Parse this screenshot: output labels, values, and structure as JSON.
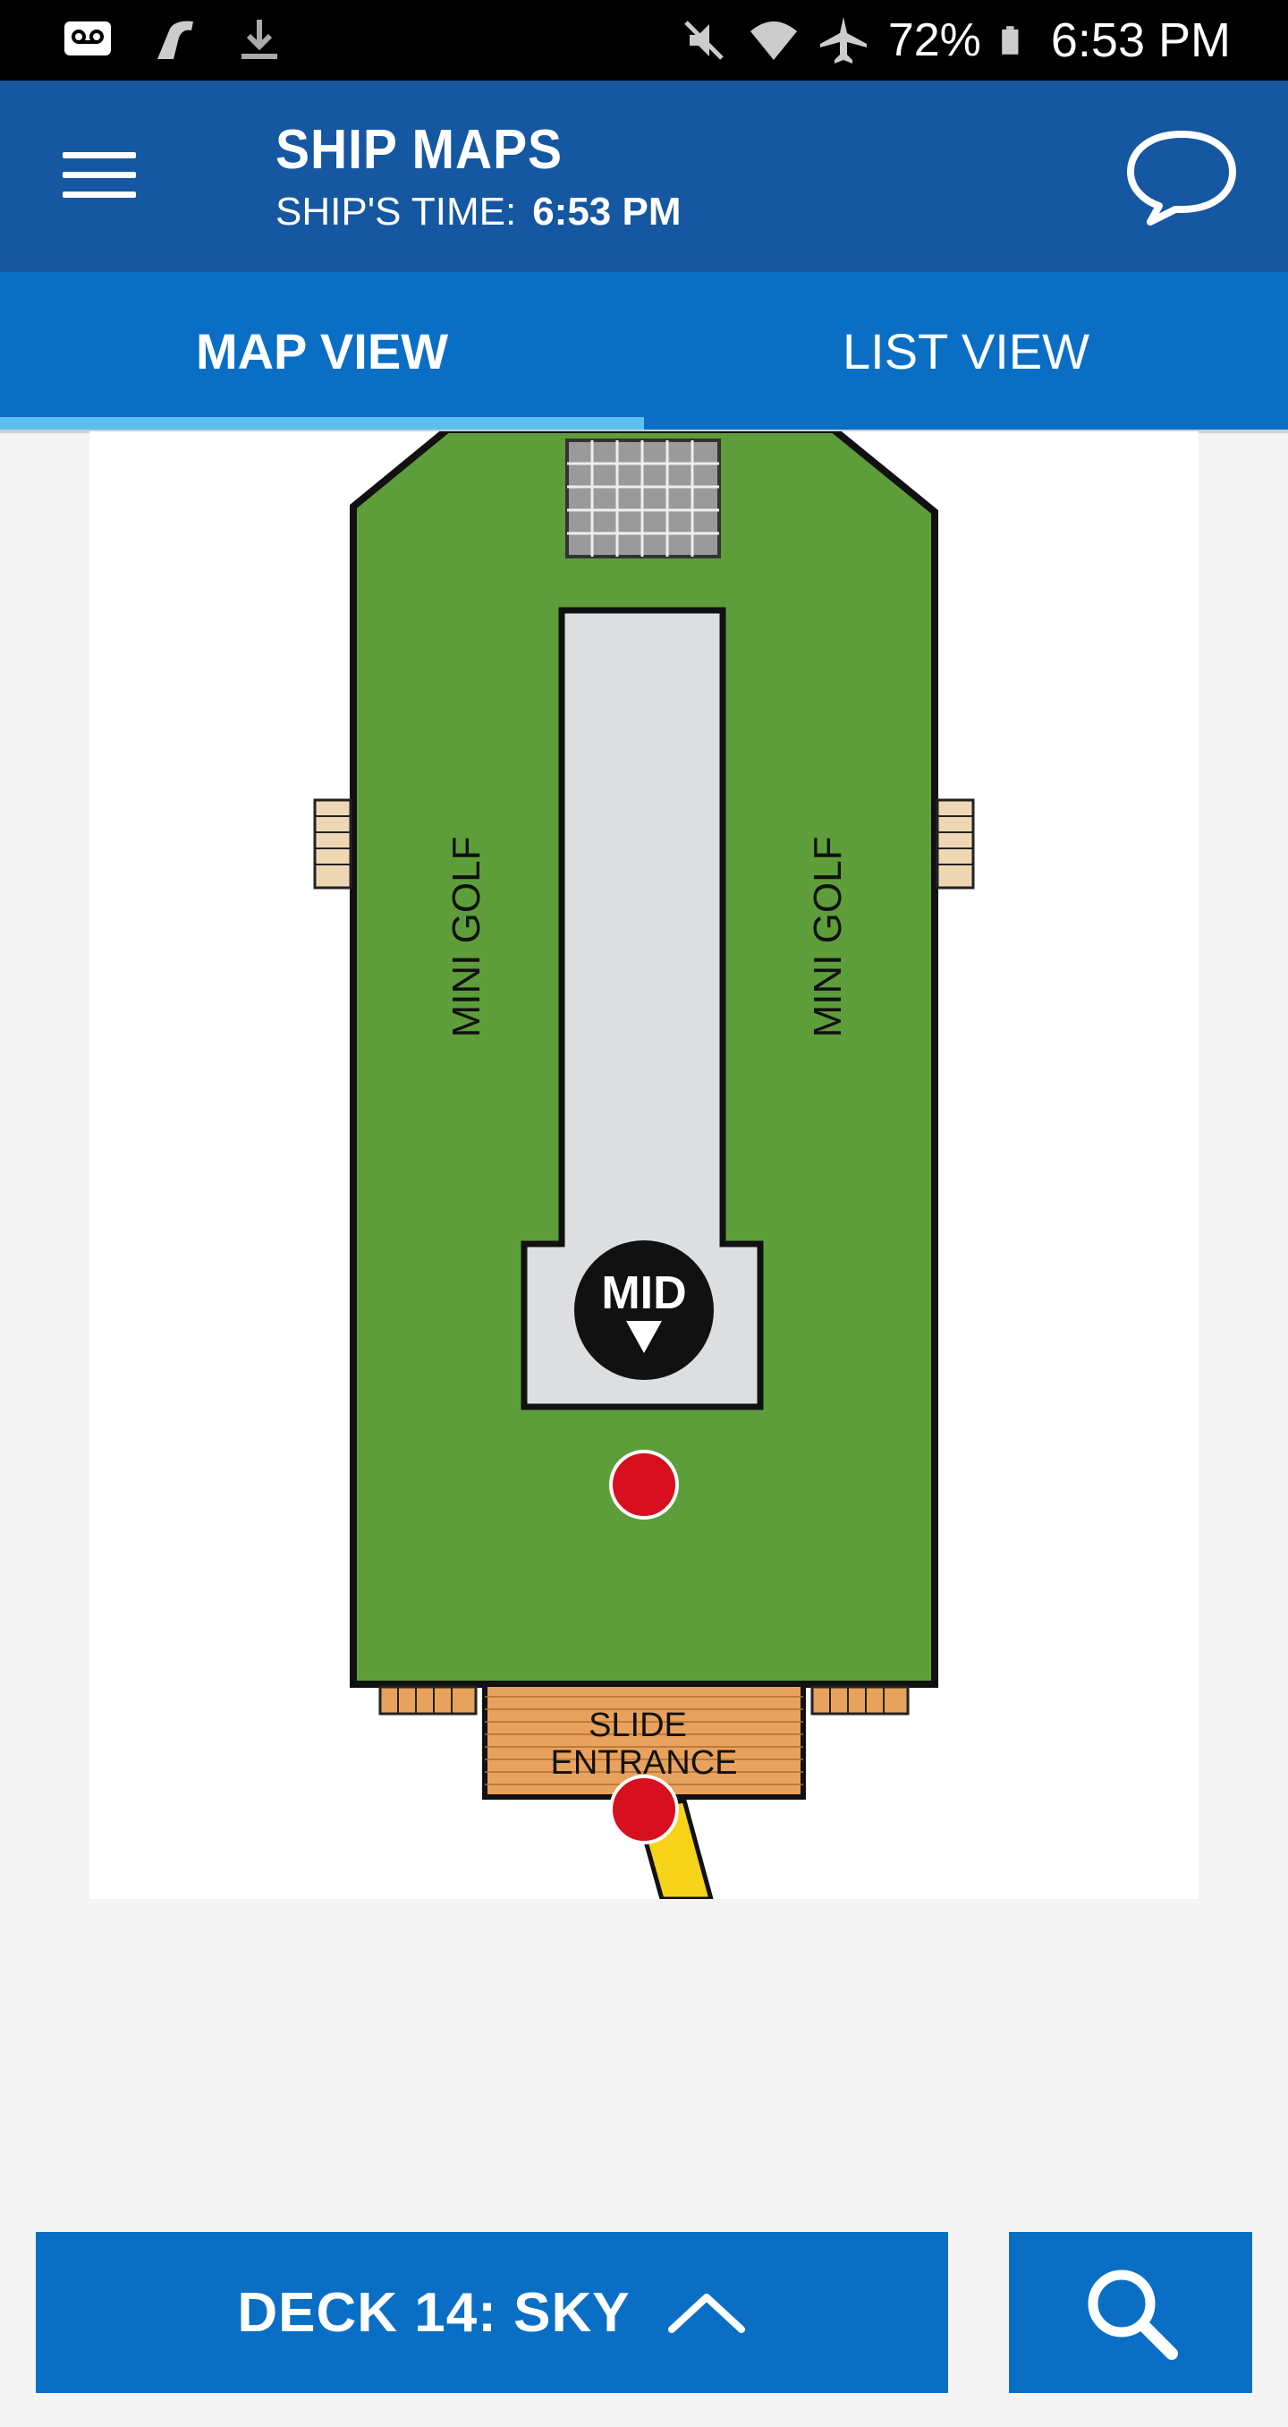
{
  "status_bar": {
    "battery_percent": "72%",
    "time": "6:53 PM",
    "icons": [
      "voicemail-icon",
      "carnival-funnel-icon",
      "download-icon",
      "mute-icon",
      "wifi-icon",
      "airplane-mode-icon",
      "battery-icon"
    ]
  },
  "header": {
    "title": "SHIP MAPS",
    "ship_time_label": "SHIP'S TIME:",
    "ship_time_value": "6:53 PM",
    "menu_icon": "hamburger-menu-icon",
    "chat_icon": "chat-bubble-icon"
  },
  "tabs": [
    {
      "label": "MAP VIEW",
      "active": true
    },
    {
      "label": "LIST VIEW",
      "active": false
    }
  ],
  "map": {
    "labels": {
      "mini_golf_left": "MINI GOLF",
      "mini_golf_right": "MINI GOLF",
      "mid": "MID",
      "slide_entrance_line1": "SLIDE",
      "slide_entrance_line2": "ENTRANCE"
    },
    "colors": {
      "deck_green": "#5e9e3a",
      "walkway_gray": "#dddee0",
      "wood": "#e8a25d",
      "marker_red": "#d80f1e",
      "slide_yellow": "#f7d31a"
    }
  },
  "bottom": {
    "deck_selector_label": "DECK 14: SKY",
    "deck_chevron_icon": "chevron-up-icon",
    "search_icon": "search-icon"
  },
  "colors": {
    "header_blue": "#1557a0",
    "tab_blue": "#0a6fc4",
    "tab_indicator": "#5bc0f0"
  }
}
